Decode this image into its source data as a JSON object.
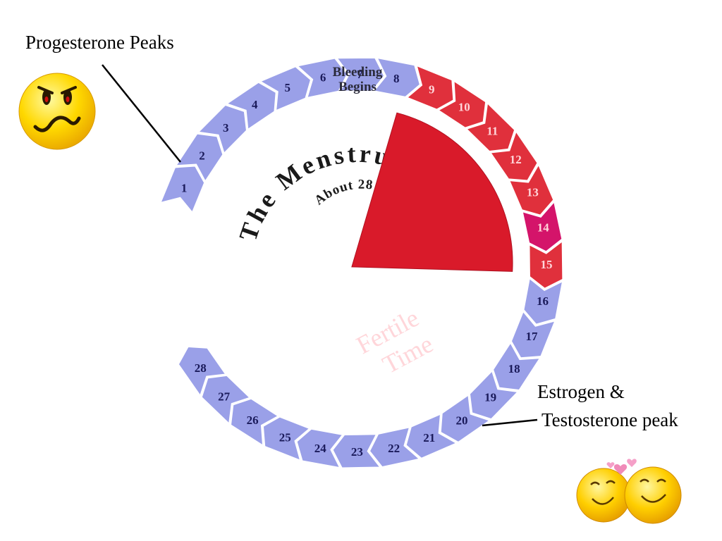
{
  "annotations": {
    "progesterone": "Progesterone Peaks",
    "estrogen_line1": "Estrogen &",
    "estrogen_line2": "Testosterone peak"
  },
  "diagram": {
    "title": "The Menstrual Cycle",
    "subtitle": "About 28 Days",
    "bleeding_line1": "Bleeding",
    "bleeding_line2": "Begins",
    "fertile_line1": "Fertile",
    "fertile_line2": "Time",
    "days": [
      "1",
      "2",
      "3",
      "4",
      "5",
      "6",
      "7",
      "8",
      "9",
      "10",
      "11",
      "12",
      "13",
      "14",
      "15",
      "16",
      "17",
      "18",
      "19",
      "20",
      "21",
      "22",
      "23",
      "24",
      "25",
      "26",
      "27",
      "28"
    ],
    "fertile_days": [
      "9",
      "10",
      "11",
      "12",
      "13",
      "14",
      "15"
    ],
    "peak_day": "14"
  },
  "icons": {
    "progesterone_face": "grumpy-face-icon",
    "estrogen_faces": "hugging-faces-icon"
  },
  "colors": {
    "normal_day": "#9aa0e8",
    "fertile_day": "#e0303c",
    "peak_day": "#d4146a",
    "fertile_wedge": "#d91a2a",
    "day_text": "#1a1a5a",
    "fertile_text": "#ffd6da"
  }
}
